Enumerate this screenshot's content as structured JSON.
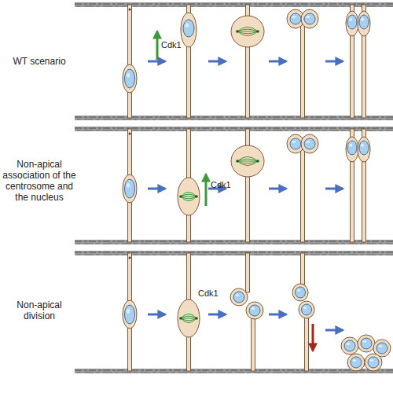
{
  "diagram": {
    "labels": [
      "WT scenario",
      "Cdk1",
      "Non-apical association of the centrosome and the nucleus",
      "Cdk1",
      "Non-apical division",
      "Cdk1"
    ]
  }
}
